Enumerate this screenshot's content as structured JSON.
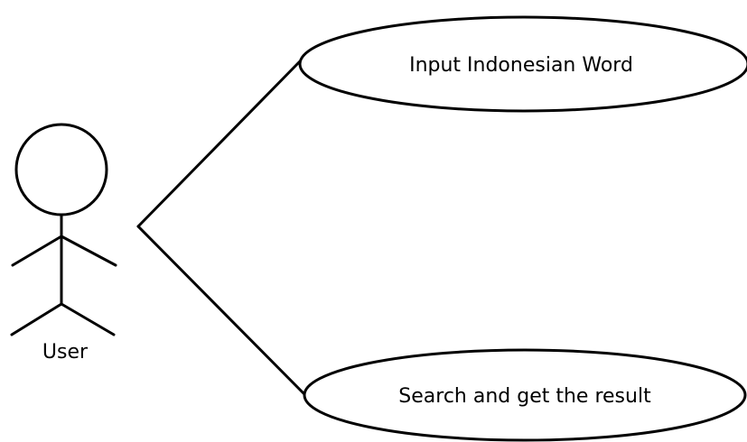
{
  "diagram": {
    "type": "use-case",
    "actor": {
      "name": "User",
      "icon": "stick-figure-icon"
    },
    "use_cases": [
      {
        "label": "Input Indonesian Word"
      },
      {
        "label": "Search and get the result"
      }
    ],
    "associations": [
      {
        "from": "User",
        "to": "Input Indonesian Word"
      },
      {
        "from": "User",
        "to": "Search and get the result"
      }
    ]
  }
}
